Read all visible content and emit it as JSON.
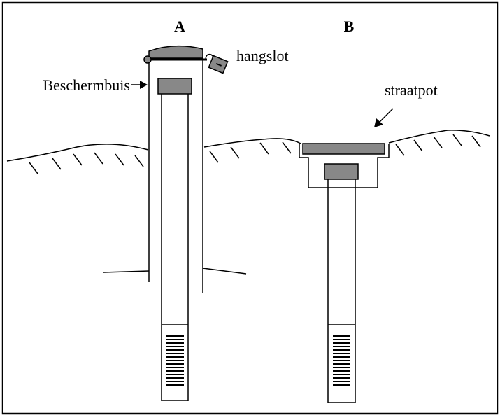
{
  "labels": {
    "well_a": "A",
    "well_b": "B",
    "padlock": "hangslot",
    "protective_pipe": "Beschermbuis",
    "street_pot": "straatpot"
  },
  "colors": {
    "line": "#000000",
    "cap_fill": "#888888",
    "background": "#ffffff"
  }
}
